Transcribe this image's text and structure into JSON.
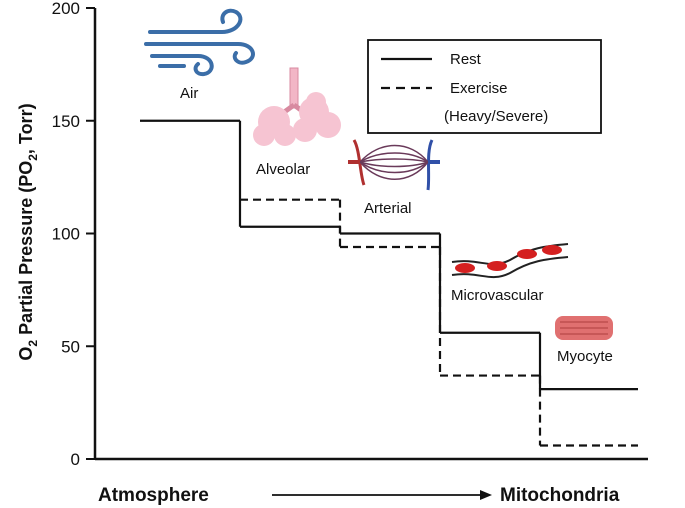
{
  "chart_data": {
    "type": "line",
    "title": "",
    "ylabel": {
      "main": "O",
      "sub": "2",
      "rest": " Partial Pressure (PO",
      "sub2": "2",
      "end": ", Torr)"
    },
    "xlabel_left": "Atmosphere",
    "xlabel_right": "Mitochondria",
    "ylim": [
      0,
      200
    ],
    "yticks": [
      0,
      50,
      100,
      150,
      200
    ],
    "stages": [
      "Air",
      "Alveolar",
      "Arterial",
      "Microvascular",
      "Myocyte"
    ],
    "series": [
      {
        "name": "Rest",
        "style": "solid",
        "steps": [
          [
            0,
            1,
            150
          ],
          [
            1,
            2,
            103
          ],
          [
            2,
            3,
            100
          ],
          [
            3,
            4,
            56
          ],
          [
            4,
            5,
            31
          ]
        ]
      },
      {
        "name": "Exercise\n(Heavy/Severe)",
        "style": "dashed",
        "steps": [
          [
            1,
            2,
            115
          ],
          [
            2,
            3,
            94
          ],
          [
            3,
            4,
            37
          ],
          [
            4,
            5,
            6
          ]
        ]
      }
    ],
    "legend": {
      "position": "top-right",
      "entries": [
        "Rest",
        "Exercise",
        "(Heavy/Severe)"
      ]
    },
    "colors": {
      "line": "#111111",
      "air_icon": "#3b6ea8",
      "alveolar_icon": "#f2b6c6",
      "artery": "#b03030",
      "vein": "#3050a8",
      "rbc": "#d42020",
      "muscle": "#e07070"
    },
    "icons": [
      "wind-icon",
      "lung-alveoli-icon",
      "capillary-bed-icon",
      "capillary-rbc-icon",
      "muscle-fiber-icon"
    ]
  }
}
